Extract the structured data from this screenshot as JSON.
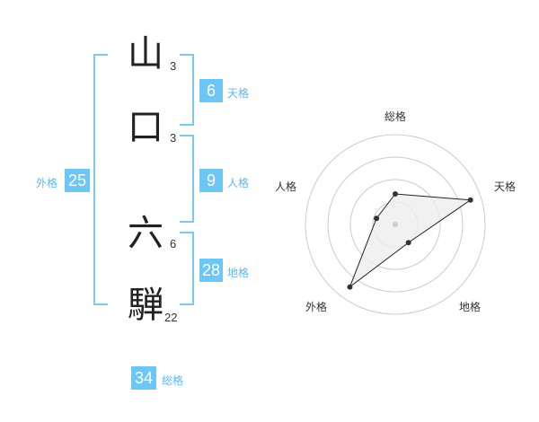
{
  "name": {
    "chars": [
      {
        "char": "山",
        "strokes": "3"
      },
      {
        "char": "口",
        "strokes": "3"
      },
      {
        "char": "六",
        "strokes": "6"
      },
      {
        "char": "騨",
        "strokes": "22"
      }
    ]
  },
  "scores": {
    "tenkaku": {
      "value": "6",
      "label": "天格"
    },
    "jinkaku": {
      "value": "9",
      "label": "人格"
    },
    "chikaku": {
      "value": "28",
      "label": "地格"
    },
    "gaikaku": {
      "value": "25",
      "label": "外格"
    },
    "soukaku": {
      "value": "34",
      "label": "総格"
    }
  },
  "radar": {
    "axes": [
      "総格",
      "天格",
      "地格",
      "外格",
      "人格"
    ],
    "values": [
      0.34,
      0.88,
      0.25,
      0.86,
      0.22
    ],
    "rings": 4,
    "colors": {
      "ring": "#cccccc",
      "fill": "#eeeeee",
      "line": "#222222",
      "point": "#333333",
      "center": "#cccccc"
    }
  },
  "colors": {
    "accent": "#6ec6f5",
    "bracket": "#7cc8f2",
    "label": "#5bb8ef"
  }
}
